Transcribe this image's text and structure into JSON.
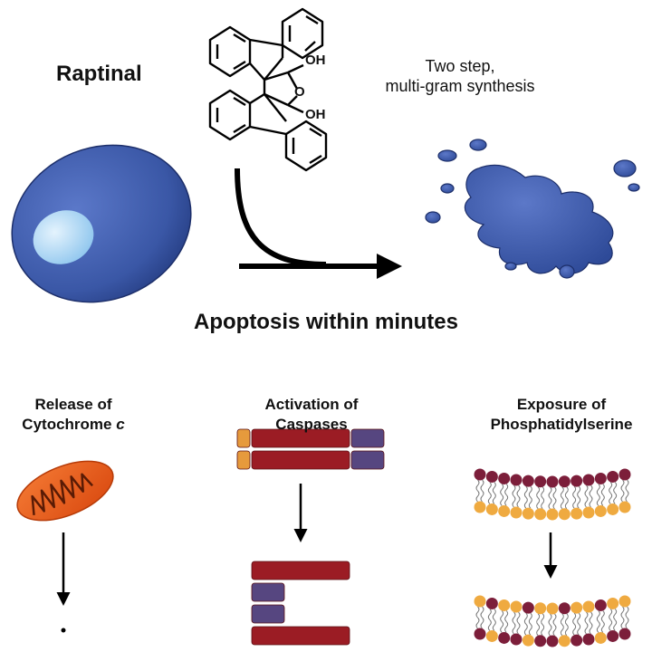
{
  "title": {
    "compound": "Raptinal",
    "synthesis_line1": "Two step,",
    "synthesis_line2": "multi-gram synthesis",
    "headline": "Apoptosis within minutes"
  },
  "molecule": {
    "oh_top": "OH",
    "oh_bottom": "OH",
    "ring_o": "O"
  },
  "effects": [
    {
      "line1": "Release of",
      "line2": "Cytochrome ",
      "line2_italic": "c"
    },
    {
      "line1": "Activation of",
      "line2": "Caspases"
    },
    {
      "line1": "Exposure of",
      "line2": "Phosphatidylserine"
    }
  ],
  "colors": {
    "cell_body": "#3a57a6",
    "nucleus": "#b6dcf6",
    "mito": "#e8571a",
    "caspase_red": "#9b1c24",
    "caspase_purple": "#564680",
    "caspase_orange": "#e69a3c",
    "lipid_maroon": "#7c1e3a",
    "lipid_gold": "#efaa40"
  }
}
